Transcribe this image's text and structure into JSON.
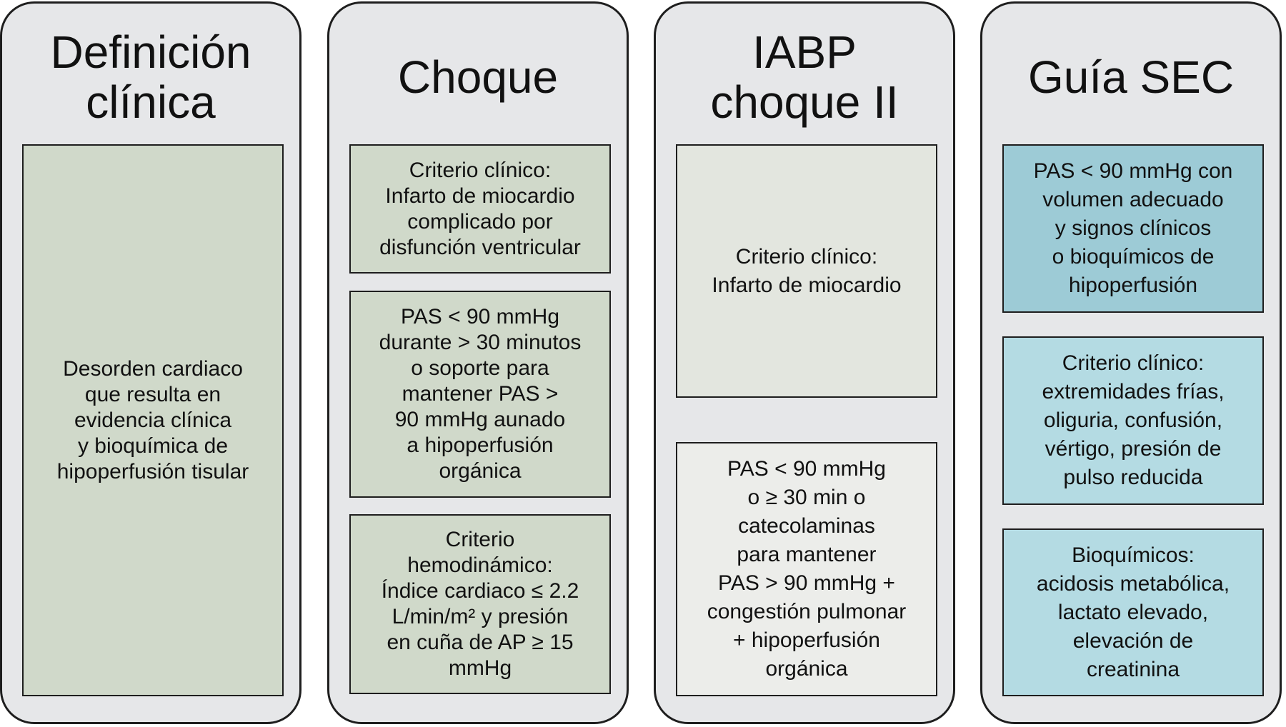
{
  "columns": [
    {
      "title": "Definición\nclínica",
      "boxes": [
        "Desorden cardiaco\nque resulta en\nevidencia clínica\ny bioquímica de\nhipoperfusión tisular"
      ]
    },
    {
      "title": "Choque",
      "boxes": [
        "Criterio clínico:\nInfarto de miocardio\ncomplicado por\ndisfunción ventricular",
        "PAS < 90 mmHg\ndurante > 30 minutos\no soporte para\nmantener PAS >\n90 mmHg aunado\na hipoperfusión\norgánica",
        "Criterio\nhemodinámico:\nÍndice cardiaco ≤ 2.2\nL/min/m² y presión\nen cuña de AP ≥ 15\nmmHg"
      ]
    },
    {
      "title": "IABP\nchoque II",
      "boxes": [
        "Criterio clínico:\nInfarto de miocardio",
        "PAS < 90 mmHg\no ≥ 30 min o\ncatecolaminas\npara mantener\nPAS > 90 mmHg +\ncongestión pulmonar\n+ hipoperfusión\norgánica"
      ]
    },
    {
      "title": "Guía SEC",
      "boxes": [
        "PAS < 90 mmHg con\nvolumen adecuado\ny signos clínicos\no bioquímicos de\nhipoperfusión",
        "Criterio clínico:\nextremidades frías,\noliguria, confusión,\nvértigo, presión de\npulso reducida",
        "Bioquímicos:\nacidosis metabólica,\nlactato elevado,\nelevación de\ncreatinina"
      ]
    }
  ],
  "colors": {
    "column_bg": "#e6e7e9",
    "green_box": "#d0d9ca",
    "blue_box_dark": "#9dcbd6",
    "blue_box_light": "#b4dbe3"
  }
}
